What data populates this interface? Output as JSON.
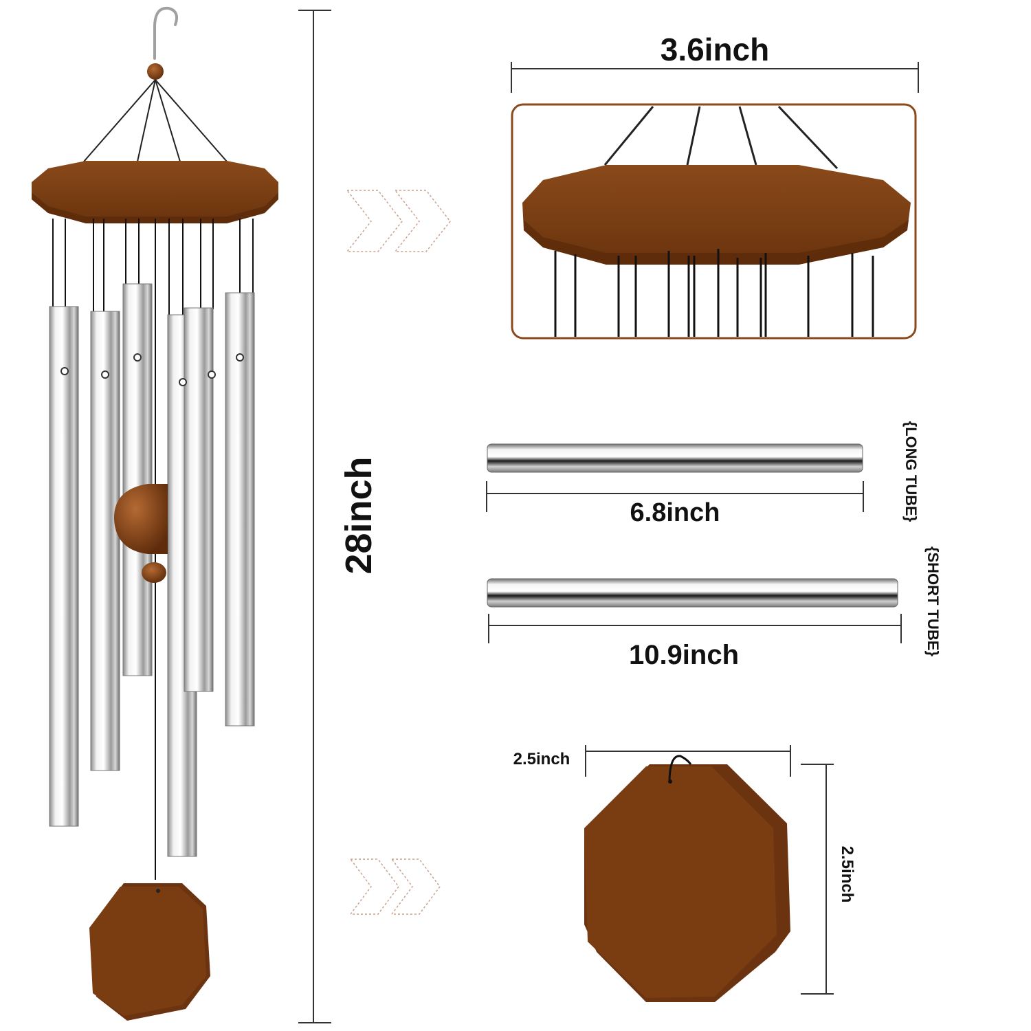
{
  "dimensions": {
    "total_height": "28inch",
    "top_width": "3.6inch",
    "long_tube_length": "6.8inch",
    "short_tube_length": "10.9inch",
    "sail_width": "2.5inch",
    "sail_height": "2.5inch"
  },
  "labels": {
    "long_tube": "{LONG TUBE}",
    "short_tube": "{SHORT TUBE}"
  },
  "colors": {
    "wood": "#7a3d12",
    "wood_dark": "#5a2a0a",
    "metal": "#c9c9c9",
    "dim_line": "#333333",
    "arrow": "#c8a08c",
    "detail_border": "#8b4a1c"
  }
}
